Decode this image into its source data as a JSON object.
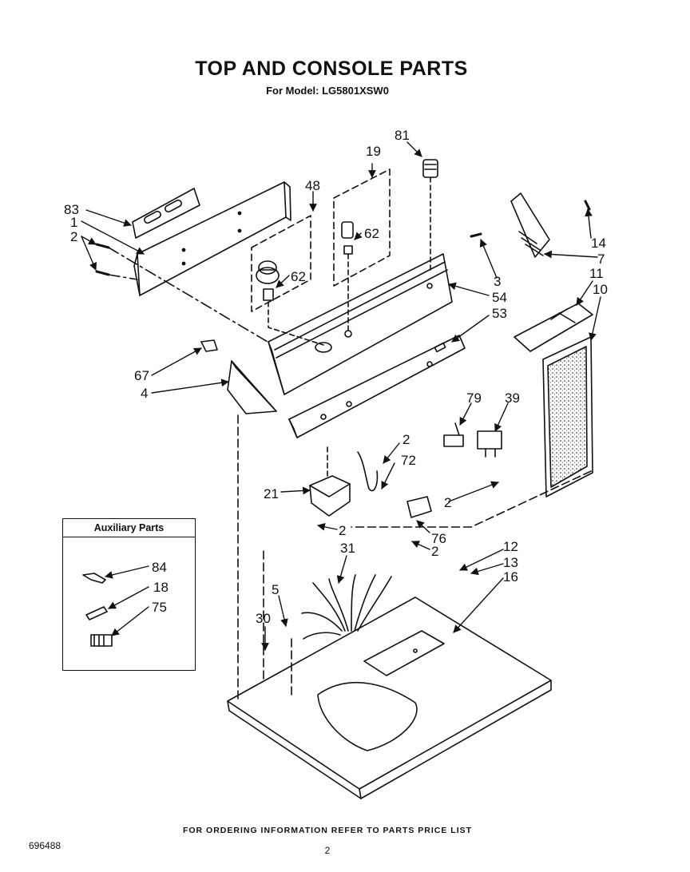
{
  "header": {
    "title": "TOP AND CONSOLE PARTS",
    "subtitle": "For Model: LG5801XSW0"
  },
  "auxiliary": {
    "title": "Auxiliary Parts"
  },
  "callouts": [
    {
      "id": "c81",
      "label": "81"
    },
    {
      "id": "c19",
      "label": "19"
    },
    {
      "id": "c48",
      "label": "48"
    },
    {
      "id": "c83",
      "label": "83"
    },
    {
      "id": "c1",
      "label": "1"
    },
    {
      "id": "c2a",
      "label": "2"
    },
    {
      "id": "c62a",
      "label": "62"
    },
    {
      "id": "c62b",
      "label": "62"
    },
    {
      "id": "c14",
      "label": "14"
    },
    {
      "id": "c7",
      "label": "7"
    },
    {
      "id": "c3",
      "label": "3"
    },
    {
      "id": "c54",
      "label": "54"
    },
    {
      "id": "c11",
      "label": "11"
    },
    {
      "id": "c10",
      "label": "10"
    },
    {
      "id": "c53",
      "label": "53"
    },
    {
      "id": "c67",
      "label": "67"
    },
    {
      "id": "c4",
      "label": "4"
    },
    {
      "id": "c79",
      "label": "79"
    },
    {
      "id": "c39",
      "label": "39"
    },
    {
      "id": "c2b",
      "label": "2"
    },
    {
      "id": "c72",
      "label": "72"
    },
    {
      "id": "c21",
      "label": "21"
    },
    {
      "id": "c2c",
      "label": "2"
    },
    {
      "id": "c2d",
      "label": "2"
    },
    {
      "id": "c76",
      "label": "76"
    },
    {
      "id": "c2e",
      "label": "2"
    },
    {
      "id": "c31",
      "label": "31"
    },
    {
      "id": "c12",
      "label": "12"
    },
    {
      "id": "c13",
      "label": "13"
    },
    {
      "id": "c16",
      "label": "16"
    },
    {
      "id": "c5",
      "label": "5"
    },
    {
      "id": "c30",
      "label": "30"
    },
    {
      "id": "c84",
      "label": "84"
    },
    {
      "id": "c18",
      "label": "18"
    },
    {
      "id": "c75",
      "label": "75"
    }
  ],
  "footer": {
    "note": "FOR ORDERING INFORMATION REFER TO PARTS PRICE LIST",
    "doc_number": "696488",
    "page_number": "2"
  }
}
